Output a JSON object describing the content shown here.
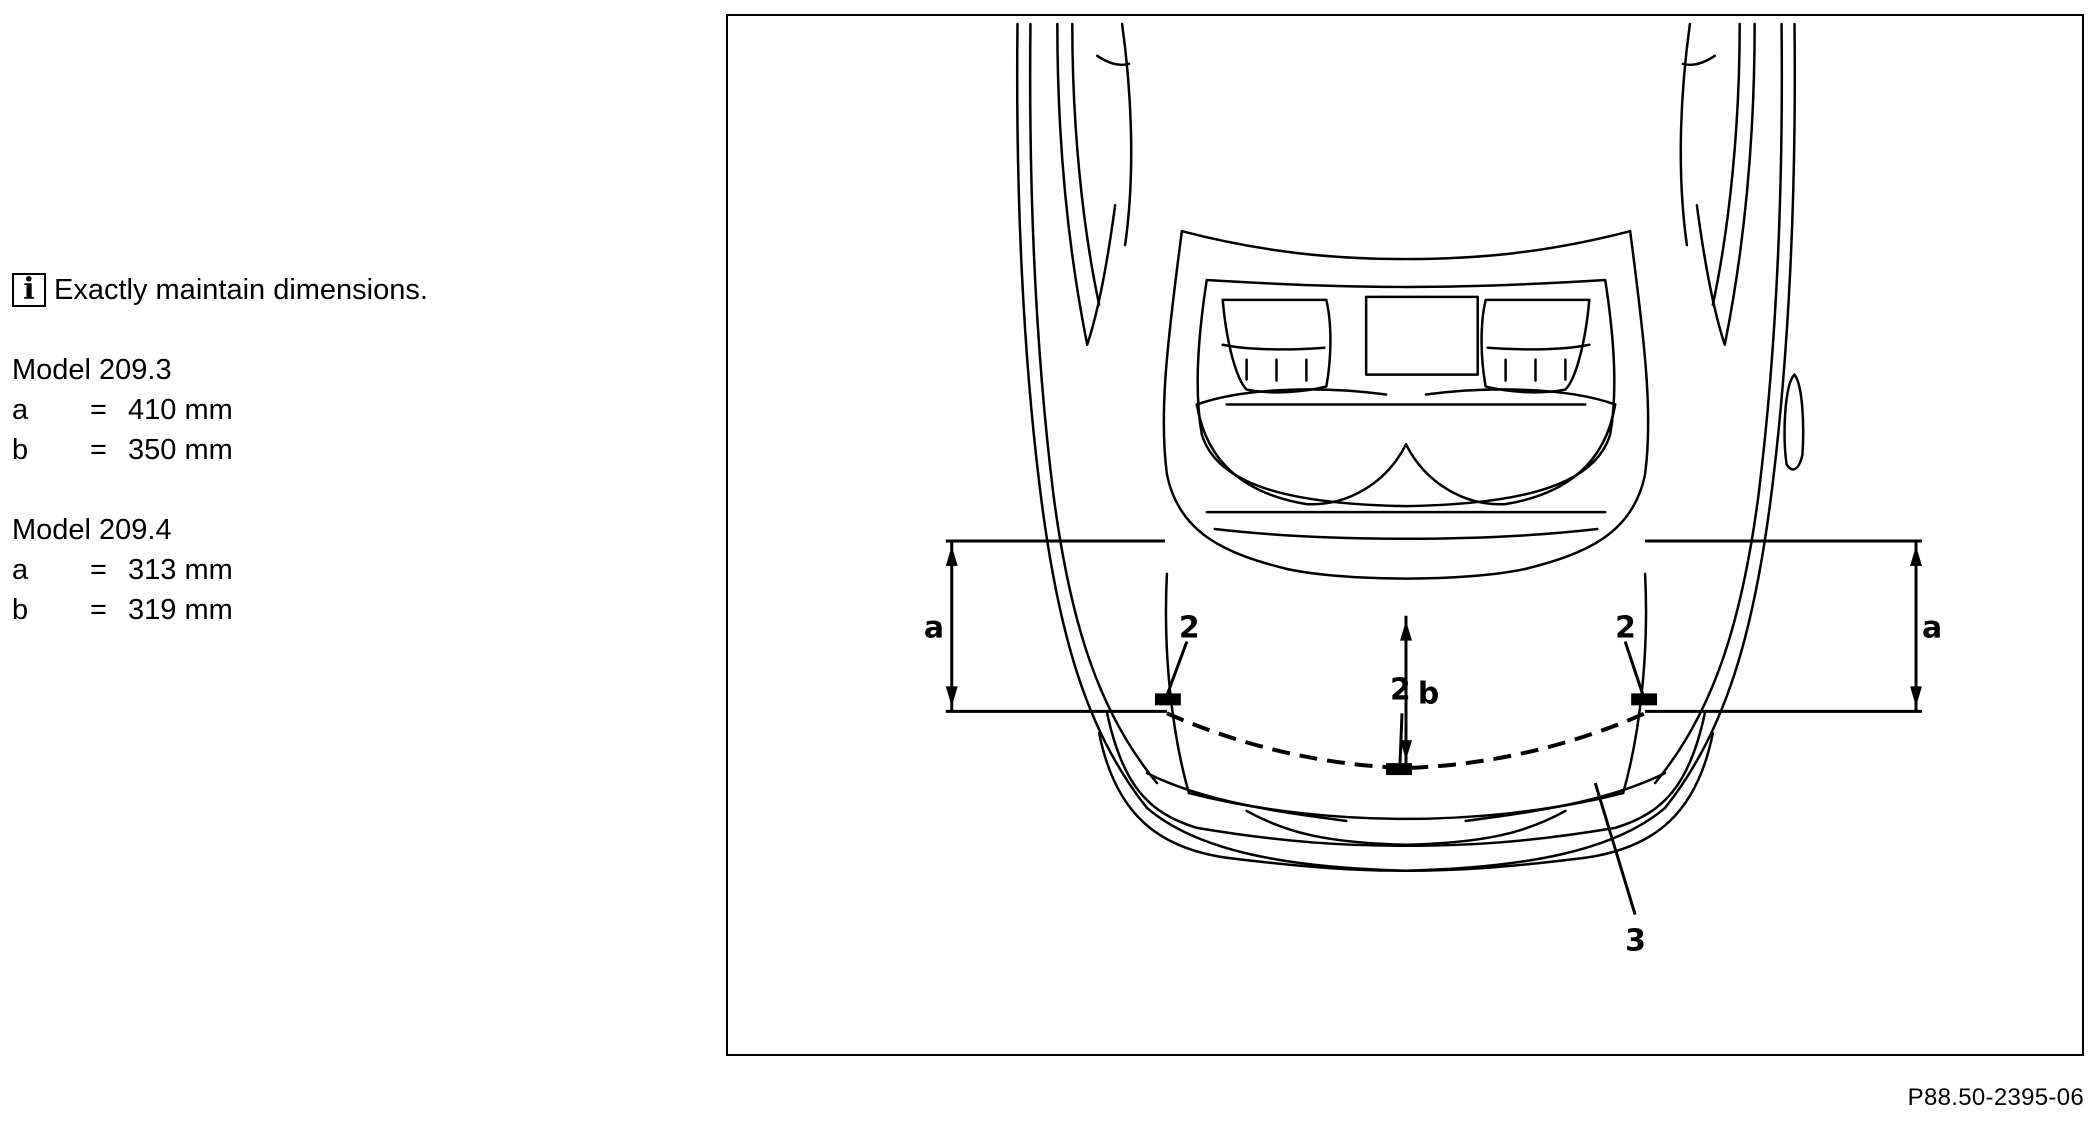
{
  "note": {
    "icon": "info-icon",
    "icon_glyph": "i",
    "text": "Exactly maintain dimensions."
  },
  "models": [
    {
      "title": "Model 209.3",
      "dimensions": [
        {
          "key": "a",
          "eq": "=",
          "value": "410 mm"
        },
        {
          "key": "b",
          "eq": "=",
          "value": "350 mm"
        }
      ]
    },
    {
      "title": "Model 209.4",
      "dimensions": [
        {
          "key": "a",
          "eq": "=",
          "value": "313 mm"
        },
        {
          "key": "b",
          "eq": "=",
          "value": "319 mm"
        }
      ]
    }
  ],
  "figure": {
    "labels": {
      "a_left": "a",
      "a_right": "a",
      "b": "b",
      "part_2_left": "2",
      "part_2_center": "2",
      "part_2_right": "2",
      "part_3": "3"
    },
    "figure_id": "P88.50-2395-06"
  }
}
